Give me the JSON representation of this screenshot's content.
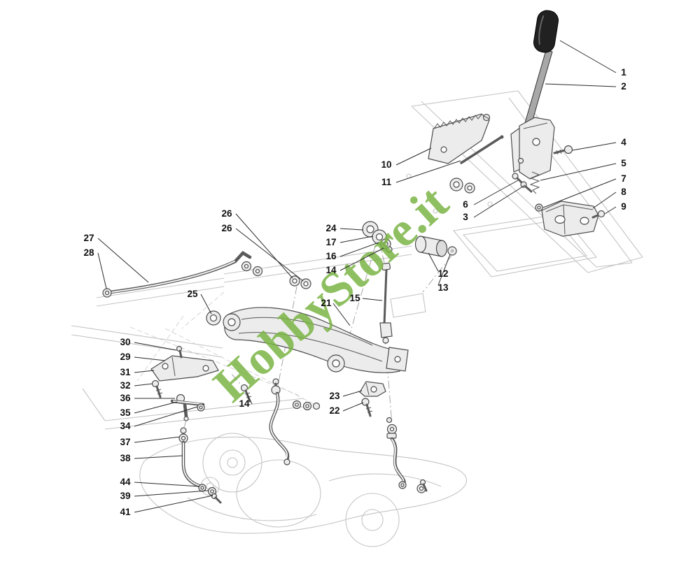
{
  "watermark": {
    "text": "HobbyStore.it",
    "color": "#79b342"
  },
  "diagram": {
    "callouts": [
      {
        "label": "1"
      },
      {
        "label": "2"
      },
      {
        "label": "4"
      },
      {
        "label": "5"
      },
      {
        "label": "7"
      },
      {
        "label": "8"
      },
      {
        "label": "9"
      },
      {
        "label": "10"
      },
      {
        "label": "11"
      },
      {
        "label": "6"
      },
      {
        "label": "3"
      },
      {
        "label": "26"
      },
      {
        "label": "26"
      },
      {
        "label": "24"
      },
      {
        "label": "17"
      },
      {
        "label": "16"
      },
      {
        "label": "14"
      },
      {
        "label": "21"
      },
      {
        "label": "15"
      },
      {
        "label": "12"
      },
      {
        "label": "13"
      },
      {
        "label": "27"
      },
      {
        "label": "28"
      },
      {
        "label": "25"
      },
      {
        "label": "30"
      },
      {
        "label": "29"
      },
      {
        "label": "31"
      },
      {
        "label": "32"
      },
      {
        "label": "36"
      },
      {
        "label": "35"
      },
      {
        "label": "34"
      },
      {
        "label": "37"
      },
      {
        "label": "38"
      },
      {
        "label": "44"
      },
      {
        "label": "39"
      },
      {
        "label": "41"
      },
      {
        "label": "14"
      },
      {
        "label": "23"
      },
      {
        "label": "22"
      }
    ]
  },
  "colors": {
    "chassis": "#c4c4c4",
    "part_line": "#4b4b4b",
    "callout_text": "#101010"
  }
}
